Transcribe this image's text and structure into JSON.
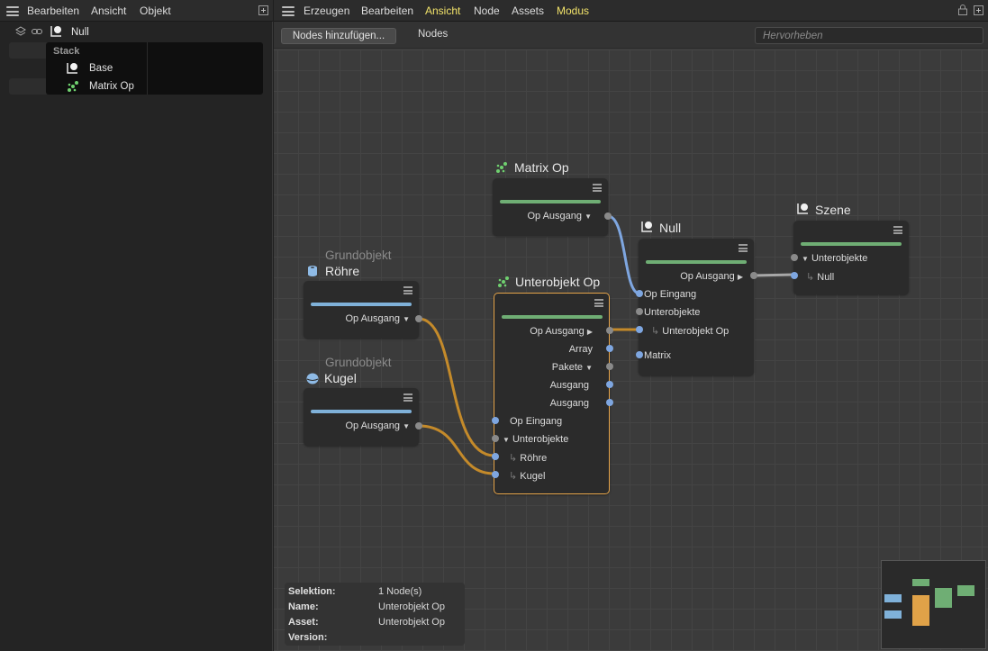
{
  "left_menu": {
    "edit": "Bearbeiten",
    "view": "Ansicht",
    "object": "Objekt"
  },
  "tree": {
    "root_label": "Null"
  },
  "popup": {
    "title": "Stack",
    "items": [
      {
        "label": "Base"
      },
      {
        "label": "Matrix Op"
      }
    ]
  },
  "right_menu": {
    "create": "Erzeugen",
    "edit": "Bearbeiten",
    "view": "Ansicht",
    "node": "Node",
    "assets": "Assets",
    "mode": "Modus"
  },
  "toolbar": {
    "add_nodes": "Nodes hinzufügen...",
    "nodes_label": "Nodes",
    "highlight_placeholder": "Hervorheben"
  },
  "nodes": {
    "matrix_op": {
      "title": "Matrix Op",
      "out": "Op Ausgang"
    },
    "roehre": {
      "subtitle": "Grundobjekt",
      "title": "Röhre",
      "out": "Op Ausgang"
    },
    "kugel": {
      "subtitle": "Grundobjekt",
      "title": "Kugel",
      "out": "Op Ausgang"
    },
    "unterobjekt": {
      "title": "Unterobjekt Op",
      "outs": [
        "Op Ausgang",
        "Array",
        "Pakete",
        "Ausgang",
        "Ausgang"
      ],
      "ins": [
        "Op Eingang",
        "Unterobjekte",
        "Röhre",
        "Kugel"
      ]
    },
    "null": {
      "title": "Null",
      "out": "Op Ausgang",
      "ins": [
        "Op Eingang",
        "Unterobjekte",
        "Unterobjekt Op",
        "Matrix"
      ]
    },
    "szene": {
      "title": "Szene",
      "ins": [
        "Unterobjekte",
        "Null"
      ]
    }
  },
  "info": {
    "selection_key": "Selektion:",
    "selection_val": "1 Node(s)",
    "name_key": "Name:",
    "name_val": "Unterobjekt Op",
    "asset_key": "Asset:",
    "asset_val": "Unterobjekt Op",
    "version_key": "Version:"
  },
  "colors": {
    "accent_yellow": "#f2e36a",
    "wire_orange": "#c48a2a",
    "wire_blue": "#7ea6e0",
    "bar_green": "#6fae74",
    "bar_blue": "#7fb1d9"
  }
}
